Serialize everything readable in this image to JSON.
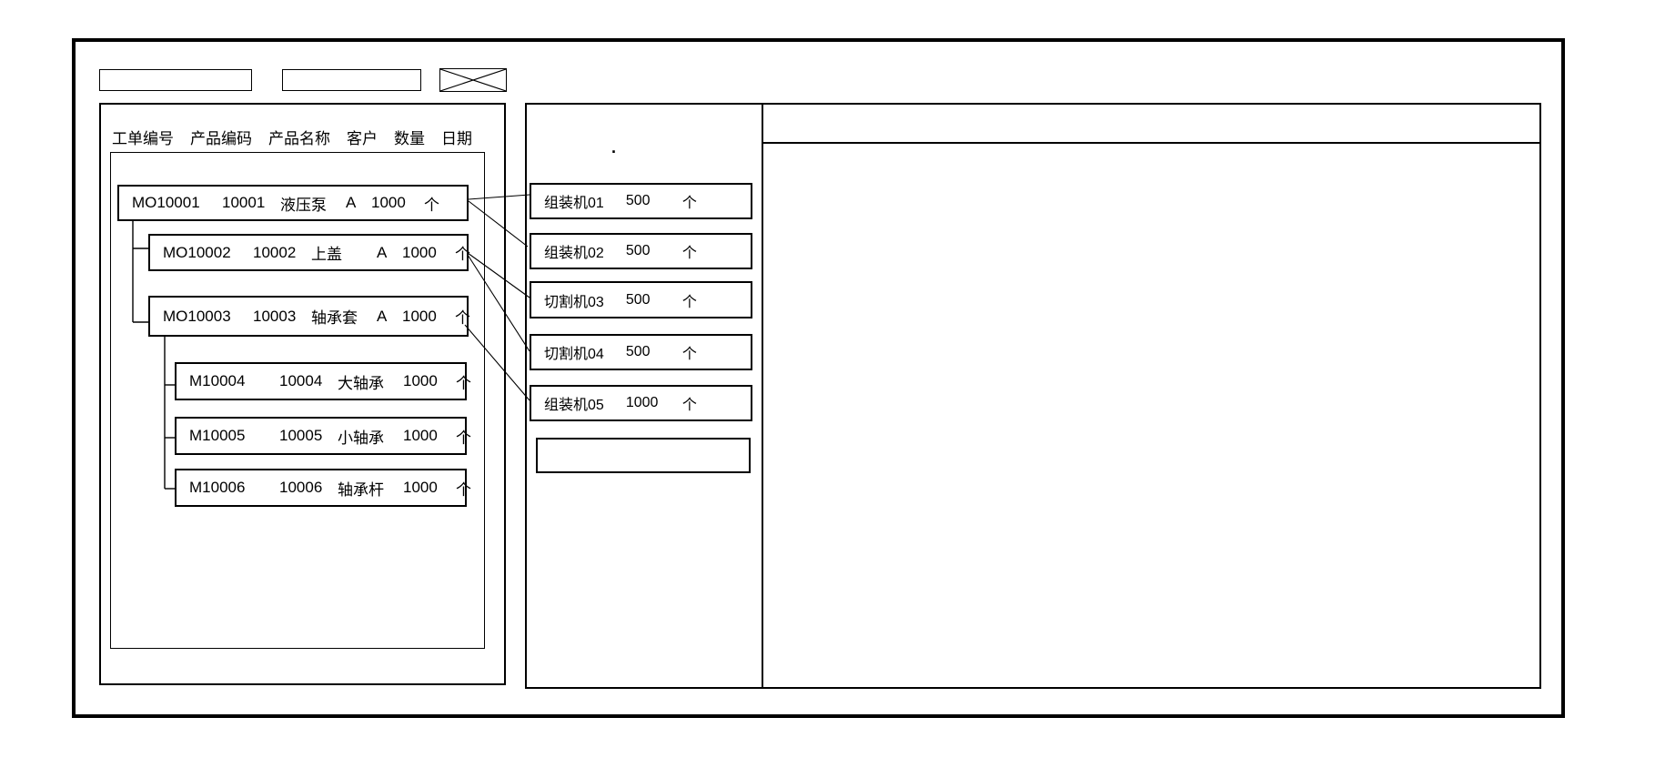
{
  "top_bar": {
    "field1_value": "",
    "field2_value": "",
    "close_icon": "crossed-box"
  },
  "left_panel": {
    "header_columns": [
      "工单编号",
      "产品编码",
      "产品名称",
      "客户",
      "数量",
      "日期"
    ],
    "orders": [
      {
        "id": "MO10001",
        "code": "10001",
        "name": "液压泵",
        "customer": "A",
        "qty": "1000",
        "unit": "个",
        "level": 0
      },
      {
        "id": "MO10002",
        "code": "10002",
        "name": "上盖",
        "customer": "A",
        "qty": "1000",
        "unit": "个",
        "level": 1
      },
      {
        "id": "MO10003",
        "code": "10003",
        "name": "轴承套",
        "customer": "A",
        "qty": "1000",
        "unit": "个",
        "level": 1
      },
      {
        "id": "M10004",
        "code": "10004",
        "name": "大轴承",
        "customer": "",
        "qty": "1000",
        "unit": "个",
        "level": 2
      },
      {
        "id": "M10005",
        "code": "10005",
        "name": "小轴承",
        "customer": "",
        "qty": "1000",
        "unit": "个",
        "level": 2
      },
      {
        "id": "M10006",
        "code": "10006",
        "name": "轴承杆",
        "customer": "",
        "qty": "1000",
        "unit": "个",
        "level": 2
      }
    ]
  },
  "middle_panel": {
    "placeholder_dot": ".",
    "machines": [
      {
        "name": "组装机01",
        "qty": "500",
        "unit": "个"
      },
      {
        "name": "组装机02",
        "qty": "500",
        "unit": "个"
      },
      {
        "name": "切割机03",
        "qty": "500",
        "unit": "个"
      },
      {
        "name": "切割机04",
        "qty": "500",
        "unit": "个"
      },
      {
        "name": "组装机05",
        "qty": "1000",
        "unit": "个"
      },
      {
        "name": "",
        "qty": "",
        "unit": ""
      }
    ]
  },
  "connections": [
    {
      "from": "MO10001",
      "to": "组装机01"
    },
    {
      "from": "MO10001",
      "to": "组装机02"
    },
    {
      "from": "MO10002",
      "to": "切割机03"
    },
    {
      "from": "MO10002",
      "to": "切割机04"
    },
    {
      "from": "MO10003",
      "to": "组装机05"
    }
  ],
  "right_panel": {
    "header_text": "",
    "body_text": ""
  },
  "colors": {
    "stroke": "#000000",
    "background": "#ffffff"
  }
}
